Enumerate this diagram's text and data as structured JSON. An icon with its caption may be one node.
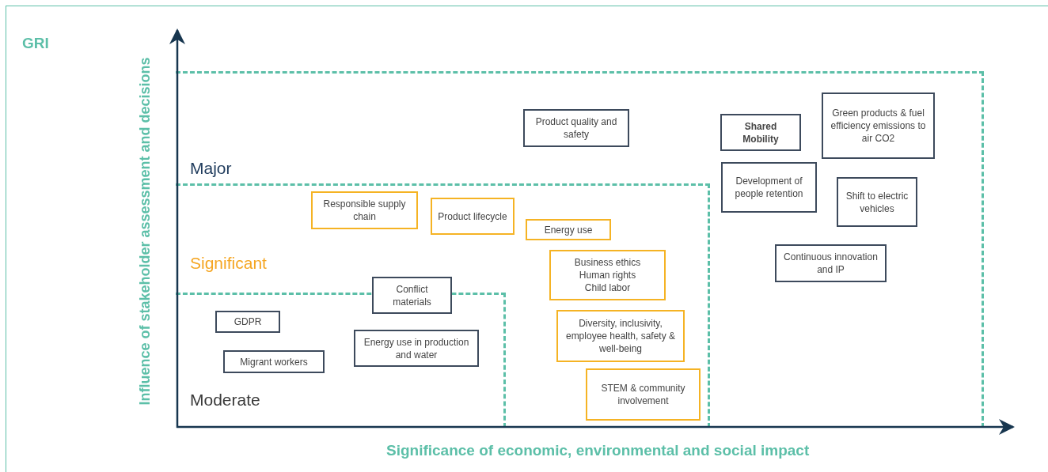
{
  "diagram": {
    "nodes": [
      {
        "text": [
          "Major"
        ]
      },
      {
        "text": [
          "Significant"
        ],
        "in": 0
      },
      {
        "text": [
          "Moderate"
        ],
        "in": 1
      },
      {
        "text": [
          "Product quality and safety"
        ],
        "in": 0
      },
      {
        "text": [
          "Shared Mobility"
        ],
        "in": 0
      },
      {
        "text": [
          "Green products & fuel efficiency emissions to air CO2"
        ],
        "in": 0
      },
      {
        "text": [
          "Development of people retention"
        ],
        "in": 0
      },
      {
        "text": [
          "Shift to electric vehicles"
        ],
        "in": 0
      },
      {
        "text": [
          "Continuous innovation and IP"
        ],
        "in": 0
      },
      {
        "text": [
          "Responsible supply chain"
        ],
        "in": 1
      },
      {
        "text": [
          "Product lifecycle"
        ],
        "in": 1
      },
      {
        "text": [
          "Energy use"
        ],
        "in": 1
      },
      {
        "text": [
          "Business ethics",
          "Human rights",
          "Child labor"
        ],
        "in": 1
      },
      {
        "text": [
          "Conflict materials"
        ],
        "in": 1
      },
      {
        "text": [
          "Diversity, inclusivity, employee health, safety & well-being"
        ],
        "in": 1
      },
      {
        "text": [
          "STEM & community involvement"
        ],
        "in": 1
      },
      {
        "text": [
          "GDPR"
        ],
        "in": 2
      },
      {
        "text": [
          "Energy use in production and water"
        ],
        "in": 2
      },
      {
        "text": [
          "Migrant workers"
        ],
        "in": 2
      }
    ],
    "edges": [],
    "labels": [
      "GRI",
      "Influence of stakeholder assessment and decisions",
      "Significance of economic, environmental and social impact"
    ]
  }
}
